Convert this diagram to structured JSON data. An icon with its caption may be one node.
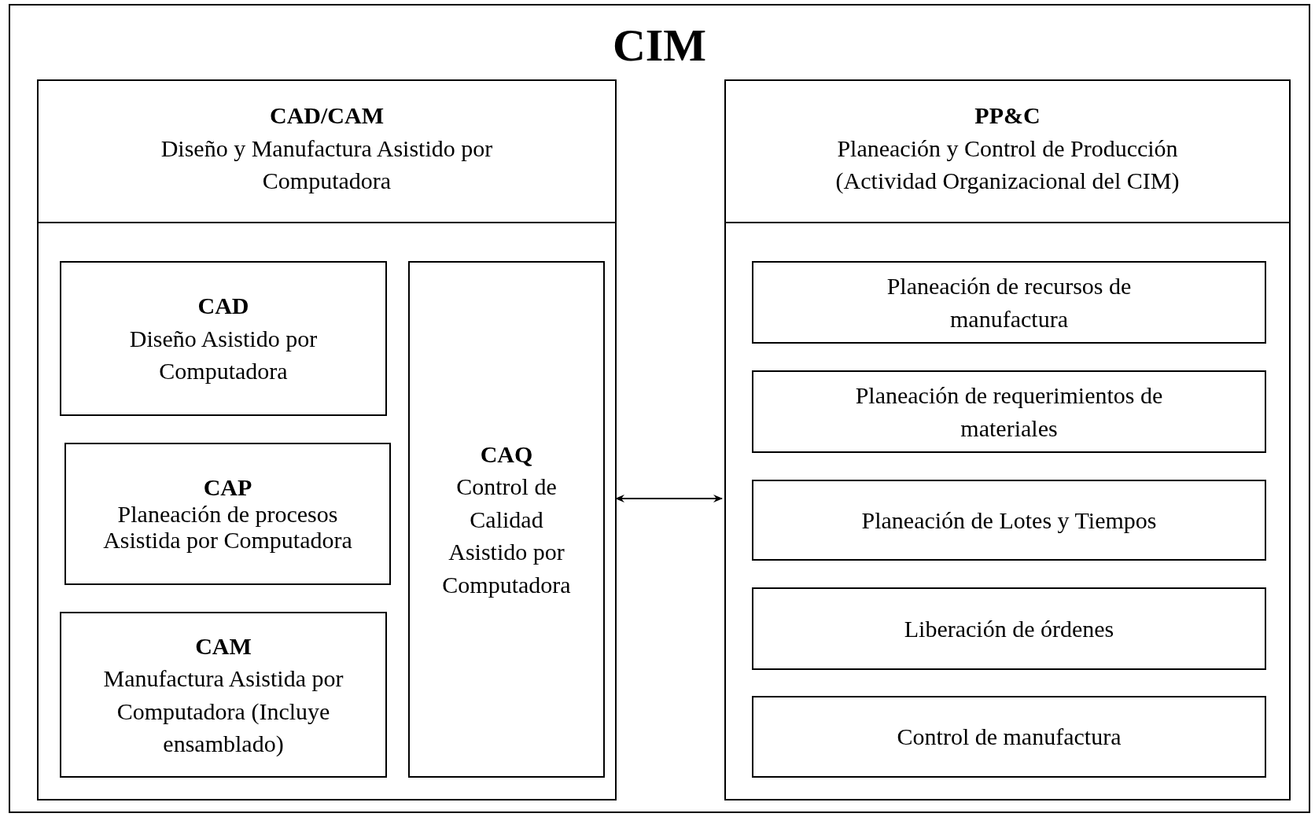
{
  "diagram": {
    "nodes": [
      {
        "text": [
          "CIM"
        ]
      },
      {
        "text": [
          "CAD/CAM",
          "Diseño y Manufactura Asistido por Computadora"
        ],
        "in": 0
      },
      {
        "text": [
          "CAD",
          "Diseño Asistido por Computadora"
        ],
        "in": 1
      },
      {
        "text": [
          "CAP",
          "Planeación de procesos Asistida por Computadora"
        ],
        "in": 1
      },
      {
        "text": [
          "CAM",
          "Manufactura Asistida por Computadora (Incluye ensamblado)"
        ],
        "in": 1
      },
      {
        "text": [
          "CAQ",
          "Control de Calidad Asistido por Computadora"
        ],
        "in": 1
      },
      {
        "text": [
          "PP&C",
          "Planeación y Control de Producción",
          "(Actividad Organizacional del CIM)"
        ],
        "in": 0
      },
      {
        "text": [
          "Planeación de recursos de manufactura"
        ],
        "in": 6
      },
      {
        "text": [
          "Planeación de requerimientos de materiales"
        ],
        "in": 6
      },
      {
        "text": [
          "Planeación de Lotes y Tiempos"
        ],
        "in": 6
      },
      {
        "text": [
          "Liberación de órdenes"
        ],
        "in": 6
      },
      {
        "text": [
          "Control de manufactura"
        ],
        "in": 6
      }
    ],
    "edges": [
      {
        "from": 1,
        "to": 6,
        "arrow": "both"
      }
    ]
  }
}
